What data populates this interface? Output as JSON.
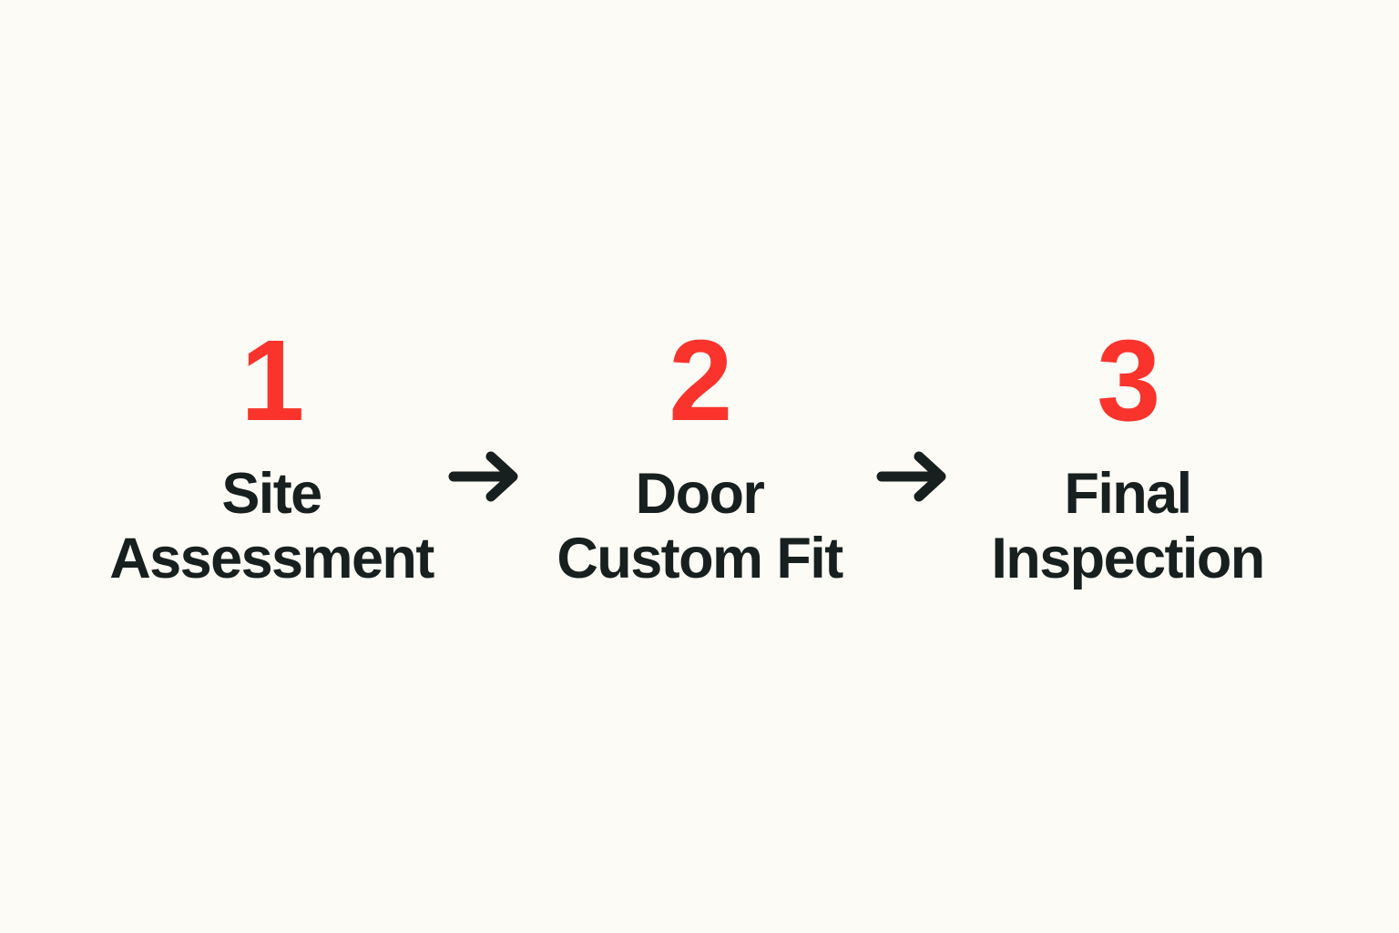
{
  "diagram": {
    "type": "horizontal-process-flow",
    "background_color": "#FDFBF6",
    "accent_color": "#FA342C",
    "text_color": "#17201F",
    "steps": [
      {
        "number": "1",
        "label": "Site\nAssessment",
        "label_line_1": "Site",
        "label_line_2": "Assessment"
      },
      {
        "number": "2",
        "label": "Door\nCustom Fit",
        "label_line_1": "Door",
        "label_line_2": "Custom Fit"
      },
      {
        "number": "3",
        "label": "Final\nInspection",
        "label_line_1": "Final",
        "label_line_2": "Inspection"
      }
    ],
    "connectors": [
      {
        "icon": "arrow-right-icon"
      },
      {
        "icon": "arrow-right-icon"
      }
    ]
  }
}
